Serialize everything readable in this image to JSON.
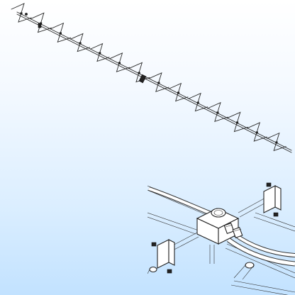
{
  "figure": {
    "subject": "cross-yagi-antenna",
    "views": [
      "overview",
      "detail-inset"
    ],
    "colors": {
      "background_top": "#ffffff",
      "background_bottom": "#c2e2ff",
      "line": "#2a2a2a",
      "inset_background": "#ffffff"
    },
    "overview": {
      "element_pairs": 14
    },
    "inset": {
      "parts": [
        "boom",
        "feed-block",
        "coax-cables",
        "element-insulators",
        "element-rods",
        "mounting-bolts"
      ]
    }
  }
}
